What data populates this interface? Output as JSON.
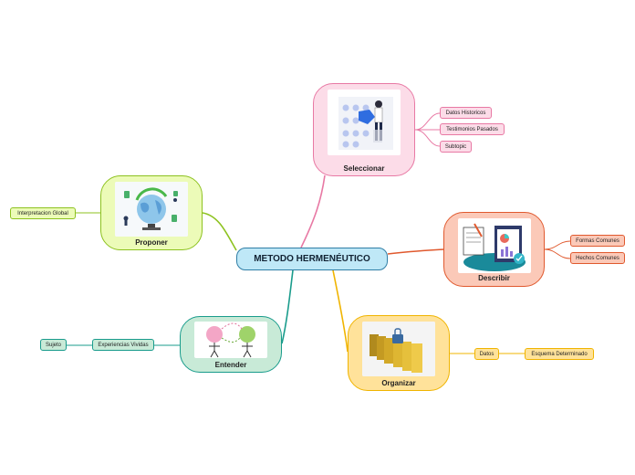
{
  "central": {
    "label": "METODO HERMENÉUTICO"
  },
  "branches": {
    "seleccionar": {
      "label": "Seleccionar",
      "color": "#e879a4",
      "fill": "#fcdce8",
      "children": [
        "Datos Historicos",
        "Testimonios Pasados",
        "Subtopic"
      ]
    },
    "describir": {
      "label": "Describir",
      "color": "#e0592e",
      "fill": "#fbc9b8",
      "children": [
        "Formas Comunes",
        "Hechos Comunes"
      ]
    },
    "organizar": {
      "label": "Organizar",
      "color": "#f0b400",
      "fill": "#ffe29a",
      "children": [
        "Datos"
      ],
      "grandchildren": [
        "Esquema Determinado"
      ]
    },
    "entender": {
      "label": "Entender",
      "color": "#1a9c8c",
      "fill": "#c8ead7",
      "children": [
        "Experiencias Vividas"
      ],
      "grandchildren": [
        "Sujeto"
      ]
    },
    "proponer": {
      "label": "Proponer",
      "color": "#8dc21f",
      "fill": "#ecfbb8",
      "children": [
        "Interpretacion Global"
      ]
    }
  },
  "icons": [
    "analytics-person-icon",
    "report-documents-icon",
    "file-folders-icon",
    "two-people-thinking-icon",
    "globe-network-icon"
  ]
}
